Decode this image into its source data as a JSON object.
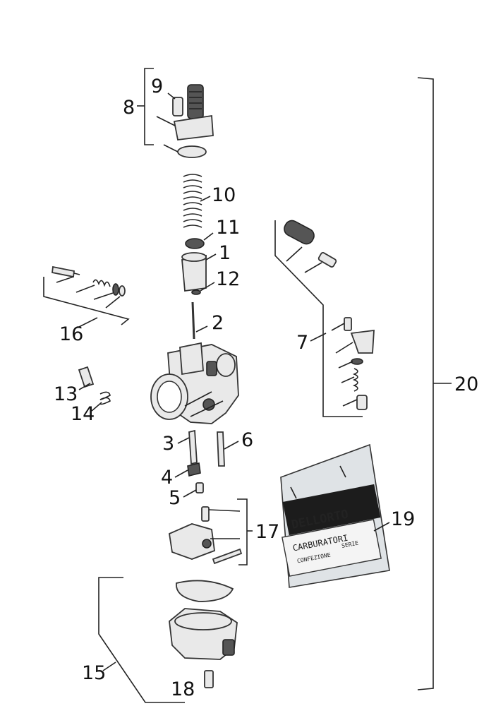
{
  "callouts": {
    "c1": "1",
    "c2": "2",
    "c3": "3",
    "c4": "4",
    "c5": "5",
    "c6": "6",
    "c7": "7",
    "c8": "8",
    "c9": "9",
    "c10": "10",
    "c11": "11",
    "c12": "12",
    "c13": "13",
    "c14": "14",
    "c15": "15",
    "c16": "16",
    "c17": "17",
    "c18": "18",
    "c19": "19",
    "c20": "20"
  },
  "bag_label": {
    "brand": "DELLORTO",
    "product": "CARBURATORI",
    "line1": "CONFEZIONE",
    "line2": "SERIE"
  }
}
